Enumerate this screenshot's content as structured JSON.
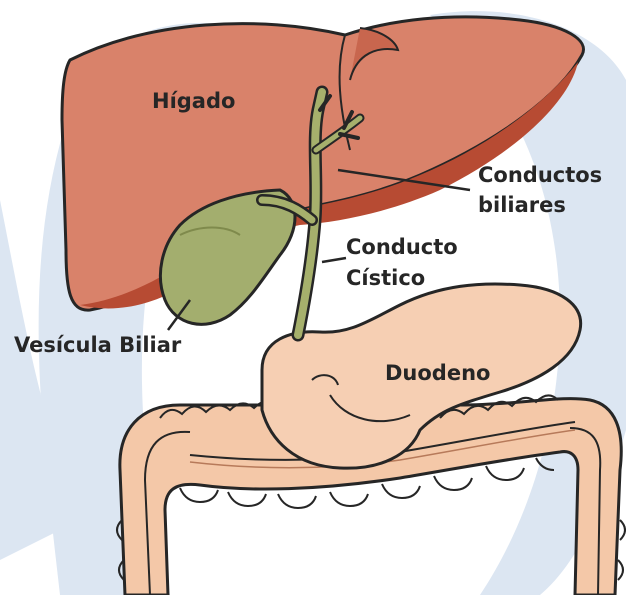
{
  "labels": {
    "liver": "Hígado",
    "bile_ducts_line1": "Conductos",
    "bile_ducts_line2": "biliares",
    "cystic_duct_line1": "Conducto",
    "cystic_duct_line2": "Cístico",
    "gallbladder": "Vesícula Biliar",
    "duodenum": "Duodeno"
  },
  "colors": {
    "background_swirl": "#dce6f2",
    "liver_fill": "#d9826a",
    "liver_shadow": "#b74b33",
    "gallbladder_fill": "#a3ae6e",
    "bile_duct": "#a6b06c",
    "duodenum_fill": "#f6cfb3",
    "colon_fill": "#f4c8a8",
    "outline": "#262626",
    "label_text": "#262626"
  }
}
